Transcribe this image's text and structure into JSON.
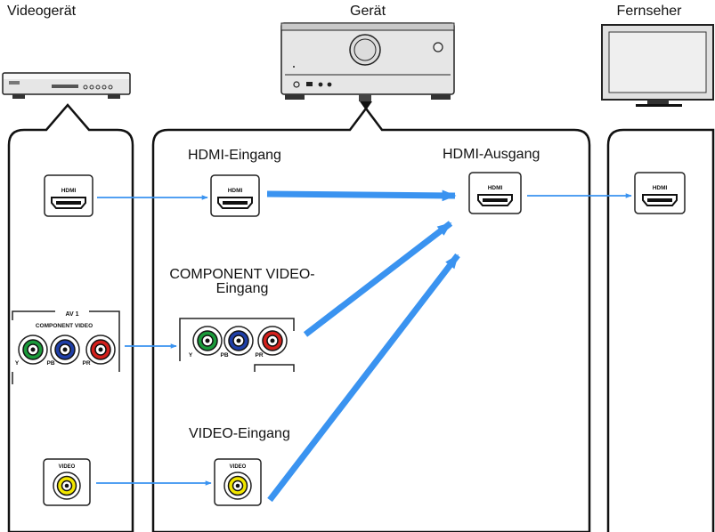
{
  "devices": {
    "video_device": "Videogerät",
    "unit": "Gerät",
    "tv": "Fernseher"
  },
  "labels": {
    "hdmi_in": "HDMI-Eingang",
    "hdmi_out": "HDMI-Ausgang",
    "component_in_line1": "COMPONENT VIDEO-",
    "component_in_line2": "Eingang",
    "video_in": "VIDEO-Eingang"
  },
  "jacks": {
    "hdmi": "HDMI",
    "av1": "AV 1",
    "component_video": "COMPONENT VIDEO",
    "y": "Y",
    "pb": "PB",
    "pr": "PR",
    "video": "VIDEO"
  },
  "colors": {
    "arrow": "#3a93f0",
    "outline": "#111111",
    "jack_green": "#1a9a3a",
    "jack_blue": "#1f3fa8",
    "jack_red": "#d4201c",
    "jack_yellow": "#f2e600"
  }
}
